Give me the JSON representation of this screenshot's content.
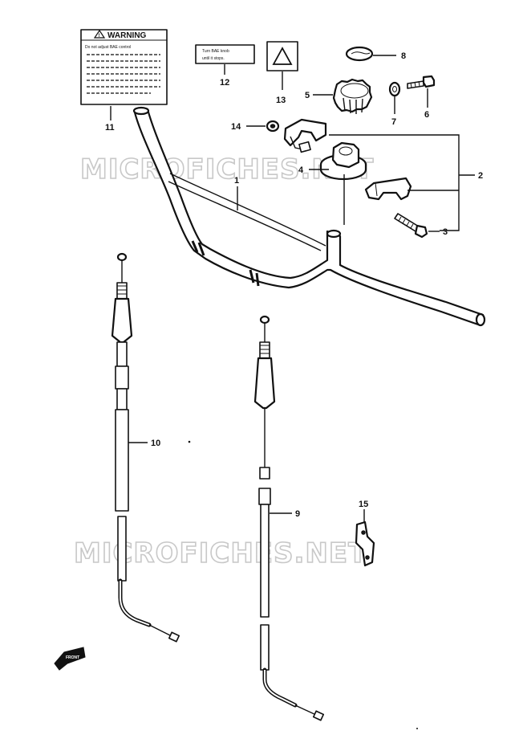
{
  "watermark": {
    "text": "MICROFICHES.NET"
  },
  "warning_label": {
    "title": "WARNING",
    "first_line": "Do not adjust BAE control"
  },
  "instruction_label": {
    "line1": "Turn BAE knob",
    "line2": "until it stops."
  },
  "callouts": {
    "p1": "1",
    "p2": "2",
    "p3": "3",
    "p4": "4",
    "p5": "5",
    "p6": "6",
    "p7": "7",
    "p8": "8",
    "p9": "9",
    "p10": "10",
    "p11": "11",
    "p12": "12",
    "p13": "13",
    "p14": "14",
    "p15": "15"
  },
  "front_arrow": {
    "label": "FRONT"
  },
  "icons": {
    "warning": "warning-triangle-icon",
    "front": "front-arrow-icon"
  },
  "colors": {
    "ink": "#111111",
    "paper": "#ffffff",
    "watermark": "#c8c8c8"
  }
}
